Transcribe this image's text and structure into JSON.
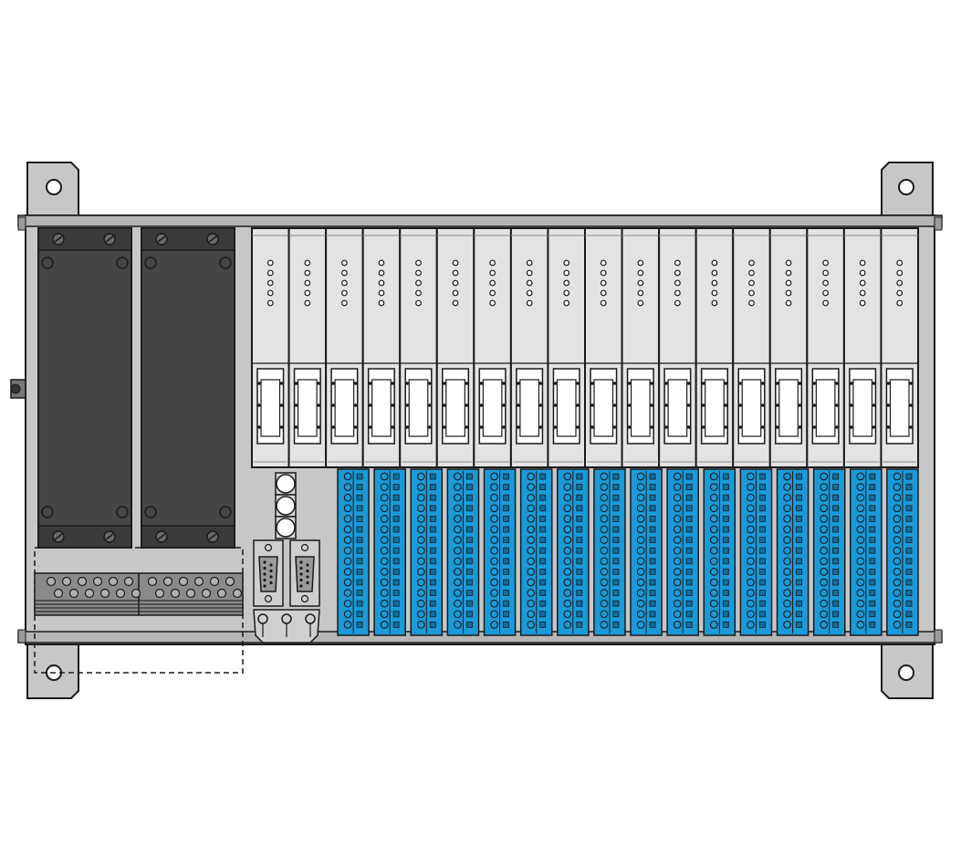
{
  "diagram": {
    "kind": "mounting-rack-drawing",
    "colors": {
      "frame": "#c7c7c7",
      "frame_dark": "#9a9a9a",
      "outline": "#1a1a1a",
      "power_module": "#454545",
      "module_face": "#e3e3e3",
      "terminal_blue": "#1a9ad8",
      "white": "#ffffff"
    },
    "rack": {
      "io_module_count": 18,
      "led_rows_per_module": 5,
      "terminal_block_count": 16,
      "terminals_per_row": 15,
      "power_supply_count": 2,
      "dsub_connector_count": 2,
      "indicator_lamp_count": 3
    }
  }
}
